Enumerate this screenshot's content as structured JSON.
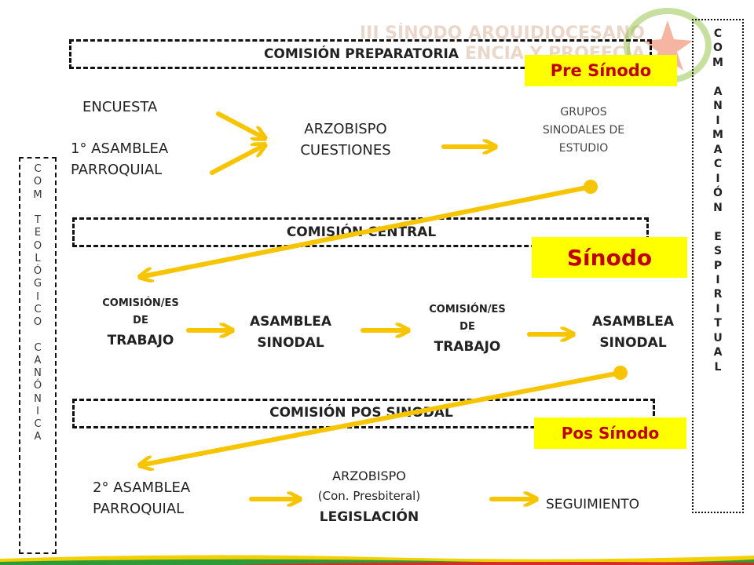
{
  "sections": {
    "preparatory": "COMISIÓN PREPARATORIA",
    "central": "COMISIÓN CENTRAL",
    "post": "COMISIÓN  POS SINODAL"
  },
  "phases": {
    "pre": "Pre Sínodo",
    "sinodo": "Sínodo",
    "pos": "Pos Sínodo"
  },
  "watermark": {
    "line1": "III SÍNODO ARQUIDIOCESANO",
    "line2": "ENCIA Y PROFECÍA"
  },
  "row1": {
    "encuesta": "ENCUESTA",
    "asamblea_l1": "1° ASAMBLEA",
    "asamblea_l2": "PARROQUIAL",
    "arzobispo_l1": "ARZOBISPO",
    "arzobispo_l2": "CUESTIONES",
    "grupos_l1": "GRUPOS",
    "grupos_l2": "SINODALES DE",
    "grupos_l3": "ESTUDIO"
  },
  "row2": {
    "comision1_l1": "COMISIÓN/ES",
    "comision1_l2": "DE",
    "comision1_l3": "TRABAJO",
    "asamblea1_l1": "ASAMBLEA",
    "asamblea1_l2": "SINODAL",
    "comision2_l1": "COMISIÓN/ES",
    "comision2_l2": "DE",
    "comision2_l3": "TRABAJO",
    "asamblea2_l1": "ASAMBLEA",
    "asamblea2_l2": "SINODAL"
  },
  "row3": {
    "asamblea_l1": "2° ASAMBLEA",
    "asamblea_l2": "PARROQUIAL",
    "arzobispo_l1": "ARZOBISPO",
    "arzobispo_l2": "(Con. Presbiteral)",
    "arzobispo_l3": "LEGISLACIÓN",
    "seguimiento": "SEGUIMIENTO"
  },
  "side_left": [
    "C",
    "O",
    "M",
    "",
    "T",
    "E",
    "O",
    "L",
    "Ó",
    "G",
    "I",
    "C",
    "O",
    "",
    "C",
    "A",
    "N",
    "Ó",
    "N",
    "I",
    "C",
    "A"
  ],
  "side_right": [
    "C",
    "O",
    "M",
    "",
    "A",
    "N",
    "I",
    "M",
    "A",
    "C",
    "I",
    "Ó",
    "N",
    "",
    "E",
    "S",
    "P",
    "I",
    "R",
    "I",
    "T",
    "U",
    "A",
    "L"
  ],
  "colors": {
    "arrow": "#f7c500",
    "highlight": "#ffff00",
    "phase_text": "#c00000"
  }
}
